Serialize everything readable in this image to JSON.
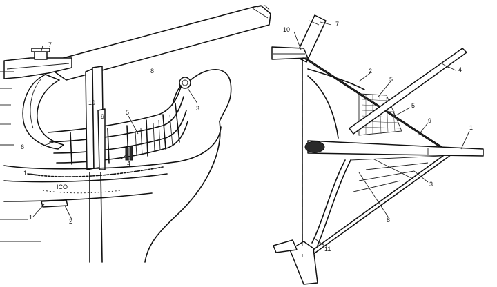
{
  "left_view": {
    "callouts": [
      "7",
      "8",
      "10",
      "9",
      "5",
      "3",
      "6",
      "4",
      "1.",
      "1",
      "2"
    ],
    "hull_marking": "ICO"
  },
  "right_view": {
    "callouts": [
      "10",
      "7",
      "2",
      "5",
      "5",
      "4",
      "9",
      "1",
      "3",
      "8",
      "11"
    ]
  }
}
